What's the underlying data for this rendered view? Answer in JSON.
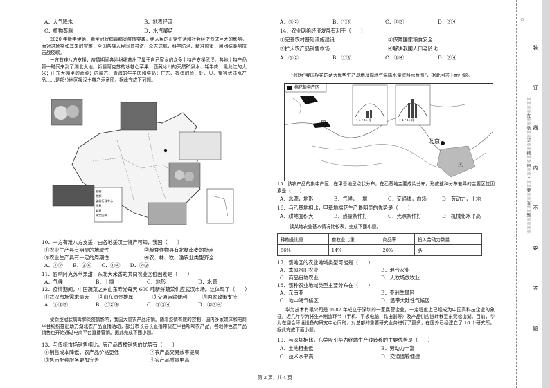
{
  "left": {
    "q9_opts": {
      "a": "A．大气降水",
      "b": "B．地表径流",
      "c": "C．植物蒸腾",
      "d": "D．水汽凝结"
    },
    "intro": "2020 年新年伊始，新型冠状病毒肺炎疫情突袭，给人民的正常生活和社会经济造成巨大的影响。面对这场突如其来的灾难，全国各族人民同舟共济、众志成城，科学防治、精准施策，用团结奏响抗击战疫歌。",
    "intro2": "一方有难八方支援，疫情期间各地纷纷拿出了属于自己家乡的众多土特产支援武汉。各地土特产品第一时间来到了湖北大地。新疆阿克苏的冰糖心苹果；西藏冰川的天然矿泉水、牦牛肉；黑龙江的大米；山东大棚里的蔬菜；内蒙古、青海的牛羊肉和牛奶；广东、福建的鱼、虾、贝、蟹等优质水产品……是部分地区援汉土特产示意图。据此完成下列题。",
    "map_legend": [
      "图例",
      "首都",
      "省级行政中心",
      "国界",
      "省界",
      "未定国界"
    ],
    "q10": "10．一方有难八方支援，由各地援汉土特产可知，我国（　　）",
    "q10_items": [
      "①农业生产具有明显的地域性",
      "②粮食作物具有北粳南麦的特点",
      "③农业生产具有一定的周期性",
      "④农、林、牧、渔农业类型齐全"
    ],
    "q10_opts": "A．①②　　B．③④　　C．①④　　D．②③",
    "q11": "11．影响阿克苏苹果甜，东北大米香的共同农业区位因素是（　　）",
    "q11_opts": {
      "a": "A．气候",
      "b": "B．土壤",
      "c": "C．地形",
      "d": "D．水源"
    },
    "q12": "12．疫情期间，中国蔬菜之乡山东寿光每天 600 吨新鲜蔬菜供应武汉市场。这体现了（　　）",
    "q12_items": [
      "①武汉市场需求量大",
      "②山东资金雄厚",
      "③交通运输便利",
      "④国家政策支持"
    ],
    "q12_opts": {
      "a": "A．①②③",
      "b": "B．①②④",
      "c": "C．①③④",
      "d": "D．②③④"
    },
    "intro3": "受新型冠状病毒肺炎疫情影响，我国大量农产品滞销。随着疫情有效的控制，国内多家媒体和电商平台纷纷推出助力湖北农产品直播活动，部分市长县长直播带货在平台吆喝农产品，各地特色农产品销售也开始通过电商平台直播营销。据此完成下面小题。",
    "q13": "13．与传统市场销售相比，农产品直播销售的优势有（　　）",
    "q13_items": [
      "①销售成本降低，农产品价格更低",
      "②农产品交易效率提高",
      "③售后配套服务更加完善",
      "④农产品质量更高"
    ]
  },
  "right": {
    "q13_opts": {
      "a": "A．①②",
      "b": "B．①③",
      "c": "C．②③",
      "d": "D．③④"
    },
    "q14": "14．农业网络经济发展有利于（　　）",
    "q14_items": [
      "①完善农村基础设施建设",
      "②保障国家粮食安全",
      "③扩大农产品销售市场",
      "④解决我国人口老龄化"
    ],
    "q14_opts": {
      "a": "A．①②",
      "b": "B．①③",
      "c": "C．②④",
      "d": "D．③④"
    },
    "intro": "下图为“我国棉花的两大优势生产基地及周地气温降水量资料示意图”，据此回答下面小题。",
    "map_legend": "棉花集中产区",
    "map_jia": "甲",
    "map_yi": "乙",
    "map_beijing": "北京",
    "map_axis": "1 4 7 10 月",
    "q15": "15．该农产品的集中产区，在甲基地呈点状分布，在乙基地主要成片分布。形成这种分布差异的主要区位因素是（　　）",
    "q15_opts": {
      "a": "A．水源，地形",
      "b": "B．气候，土壤",
      "c": "C．交通线，市场",
      "d": "D．劳动力，土地"
    },
    "q16": "16．与乙基地相比，甲基地棉花生产最明显的优势是（　　）",
    "q16_opts": {
      "a": "A．耕地面积大",
      "b": "B．热量条件好",
      "c": "C．光照条件好",
      "d": "D．机械化水平高"
    },
    "table_intro": "读某地农业基本情况比较表，完成下面小题。",
    "table_head": [
      "种植业比重",
      "畜牧业比重",
      "商品率",
      "投入劳动力数量"
    ],
    "table_row": [
      "86%",
      "14%",
      "20%",
      "多"
    ],
    "q17": "17．该地区的农业地域类型可能是（　　）",
    "q17_opts": {
      "a": "A．季风水田农业",
      "b": "B．混合农业",
      "c": "C．商品谷物农业",
      "d": "D．大牧场放牧业"
    },
    "q18": "18．该种农业地域类型主要分布在（　　）",
    "q18_opts": {
      "a": "A．东南亚",
      "b": "B．亚洲季风区",
      "c": "C．地中海气候区",
      "d": "D．温带大陆性气候区"
    },
    "intro2": "华为技术有限公司是 1987 年成立于深圳的一家民营企业，一定程度上已经成为中国高科技企业的象征。近几年华为将生产制造环节（手机、平板电脑、路由器等）及产品供应链转移至东莞松山湖。目前，华为在迎合环境设备的研究中心同时，对总部的重要研究业务进行了更多，在国外已经建立了 16 个研究所。据此完成下面小题。",
    "q19": "19．与深圳相比，东莞吸引华为终端生产线转移的主要优势是（　　）",
    "q19_opts": {
      "a": "A．土地租金低",
      "b": "B．劳动力丰富",
      "c": "C．技术水平高",
      "d": "D．交通运输便捷"
    }
  },
  "footer": "第 2 页，共 4 页",
  "binding": {
    "labels": [
      "装",
      "订",
      "线",
      "内",
      "不",
      "要",
      "答",
      "题"
    ],
    "side_note": "※※※※在※※装※※订※※线※※内※※不※※要※※答※※题※※※※",
    "dots": "…………○…………"
  }
}
